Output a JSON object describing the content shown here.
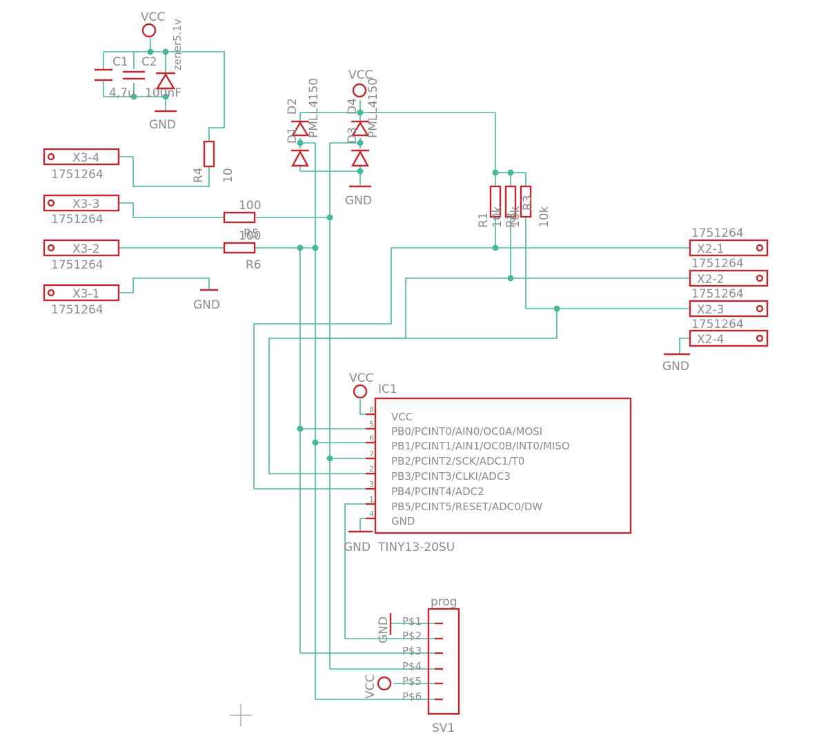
{
  "power": {
    "vcc_label": "VCC",
    "gnd_label": "GND"
  },
  "top_left": {
    "c1": "C1",
    "c2": "C2",
    "c1_value": "4,7u",
    "c2_value": "100nF",
    "zener_label": "zener5.1v"
  },
  "resistors": {
    "r4_name": "R4",
    "r4_value": "10",
    "r5_value": "100",
    "r6_value": "100",
    "r5_name": "R5",
    "r6_name": "R6",
    "r1_name": "R1",
    "r2_name": "R2",
    "r3_name": "R3",
    "r1_value": "10k",
    "r2_value": "10k",
    "r3_value": "10k"
  },
  "diodes": {
    "d1": "D1",
    "d2": "D2",
    "d3": "D3",
    "d4": "D4",
    "d_left_value": "PMLL4150",
    "d_right_value": "PMLL4150"
  },
  "x3": {
    "pins": [
      "X3-4",
      "X3-3",
      "X3-2",
      "X3-1"
    ],
    "part": "1751264"
  },
  "x2": {
    "pins": [
      "X2-1",
      "X2-2",
      "X2-3",
      "X2-4"
    ],
    "part": "1751264"
  },
  "ic1": {
    "name": "IC1",
    "part": "TINY13-20SU",
    "pins": [
      "VCC",
      "PB0/PCINT0/AIN0/OC0A/MOSI",
      "PB1/PCINT1/AIN1/OC0B/INT0/MISO",
      "PB2/PCINT2/SCK/ADC1/T0",
      "PB3/PCINT3/CLKI/ADC3",
      "PB4/PCINT4/ADC2",
      "PB5/PCINT5/RESET/ADC0/DW",
      "GND"
    ],
    "pin_numbers": [
      "8",
      "5",
      "6",
      "7",
      "2",
      "3",
      "1",
      "4"
    ]
  },
  "sv1": {
    "name": "SV1",
    "value": "prog",
    "pins": [
      "P$1",
      "P$2",
      "P$3",
      "P$4",
      "P$5",
      "P$6"
    ]
  }
}
